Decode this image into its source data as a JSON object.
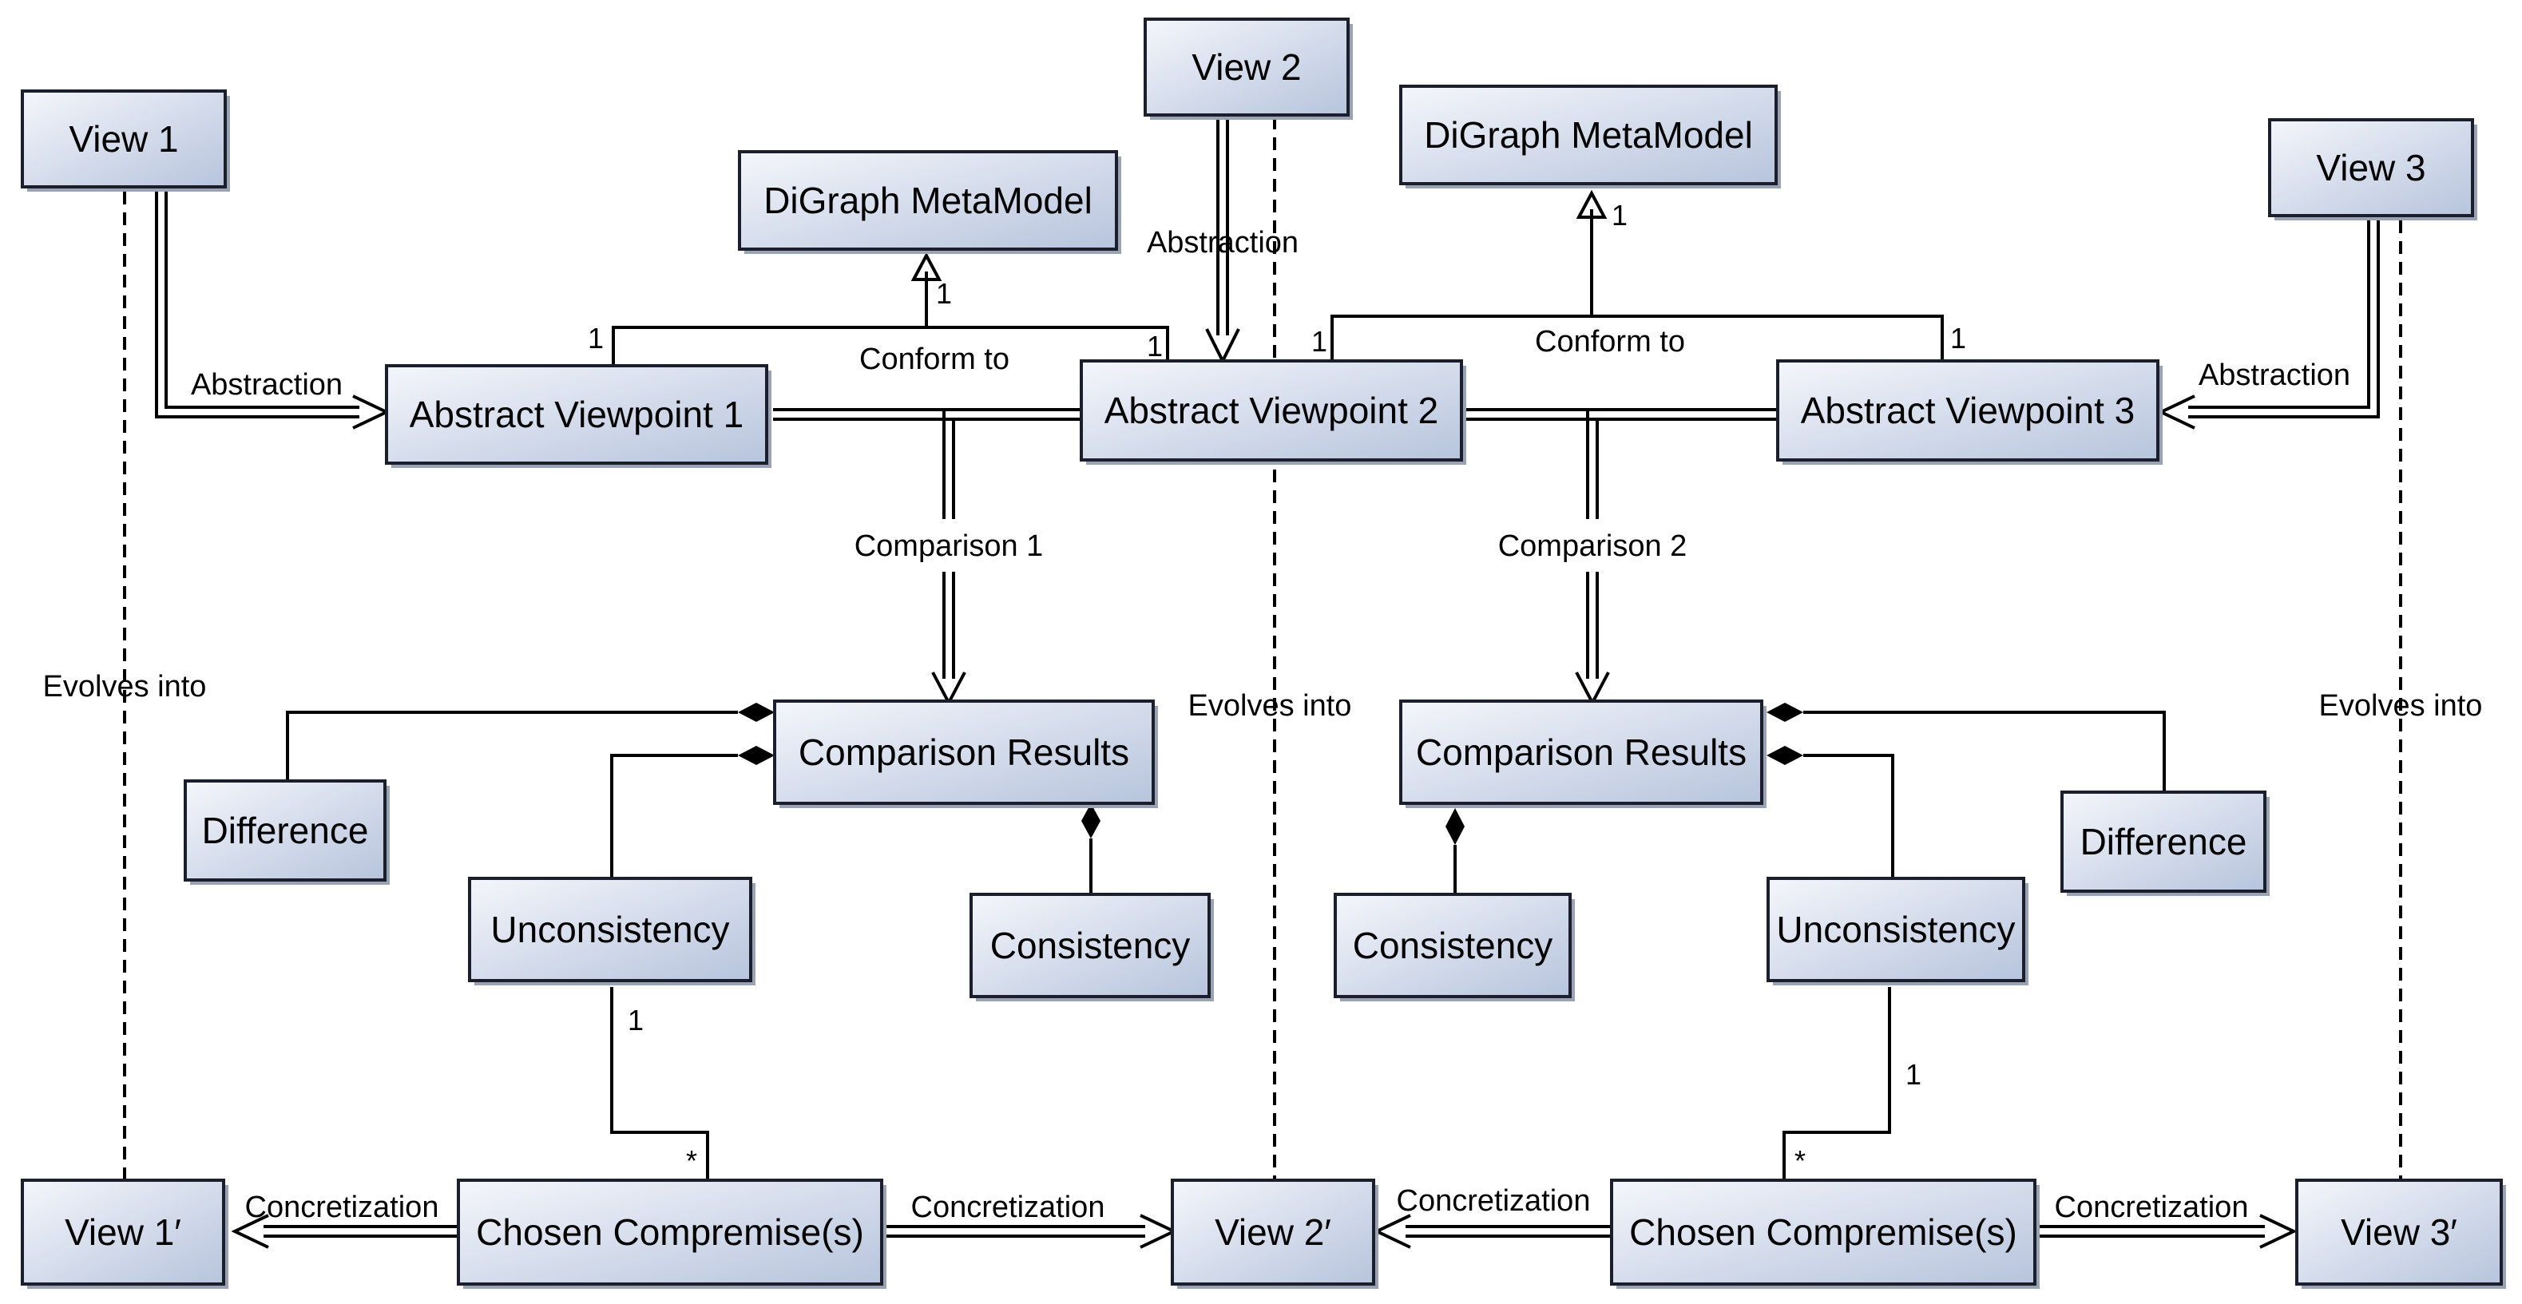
{
  "colors": {
    "box_fill_light": "#f4f6fb",
    "box_fill_dark": "#b7c4dd",
    "border": "#1a1f2b",
    "line": "#000000"
  },
  "boxes": {
    "view1": "View 1",
    "view2": "View 2",
    "view3": "View 3",
    "digraph_left": "DiGraph MetaModel",
    "digraph_right": "DiGraph MetaModel",
    "abstract_viewpoint_1": "Abstract Viewpoint 1",
    "abstract_viewpoint_2": "Abstract Viewpoint 2",
    "abstract_viewpoint_3": "Abstract Viewpoint 3",
    "comparison_results_left": "Comparison Results",
    "comparison_results_right": "Comparison Results",
    "difference_left": "Difference",
    "difference_right": "Difference",
    "unconsistency_left": "Unconsistency",
    "unconsistency_right": "Unconsistency",
    "consistency_left": "Consistency",
    "consistency_right": "Consistency",
    "view1_prime": "View 1′",
    "view2_prime": "View 2′",
    "view3_prime": "View 3′",
    "chosen_compromise_left": "Chosen Compremise(s)",
    "chosen_compromise_right": "Chosen Compremise(s)"
  },
  "labels": {
    "abstraction_1": "Abstraction",
    "abstraction_2": "Abstraction",
    "abstraction_3": "Abstraction",
    "conform_to_left": "Conform to",
    "conform_to_right": "Conform to",
    "comparison_1": "Comparison 1",
    "comparison_2": "Comparison 2",
    "evolves_into_1": "Evolves into",
    "evolves_into_2": "Evolves into",
    "evolves_into_3": "Evolves into",
    "concretization_1": "Concretization",
    "concretization_2": "Concretization",
    "concretization_3": "Concretization",
    "concretization_4": "Concretization"
  },
  "multiplicities": {
    "av1_conform": "1",
    "av2_conform_left": "1",
    "digraph_left": "1",
    "av2_conform_right": "1",
    "av3_conform": "1",
    "digraph_right": "1",
    "unconsistency_left": "1",
    "compromise_left": "*",
    "unconsistency_right": "1",
    "compromise_right": "*"
  }
}
